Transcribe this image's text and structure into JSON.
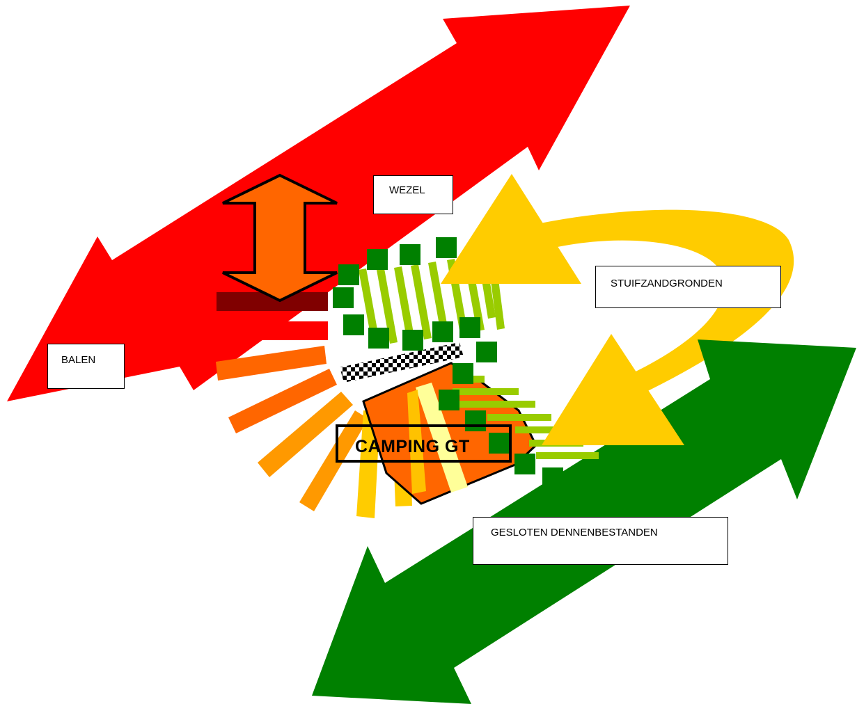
{
  "labels": {
    "wezel": "WEZEL",
    "stuifzandgronden": "STUIFZANDGRONDEN",
    "balen": "BALEN",
    "gesloten_dennenbestanden": "GESLOTEN DENNENBESTANDEN",
    "camping": "CAMPING GT"
  },
  "colors": {
    "red_arrow": "#ff0000",
    "green_arrow": "#008000",
    "yellow": "#ffcc00",
    "orange": "#ff6600",
    "light_orange": "#ff9900",
    "dark_red": "#800000",
    "lime": "#99cc00",
    "pale_yellow": "#ffff99",
    "green_square": "#008000"
  }
}
